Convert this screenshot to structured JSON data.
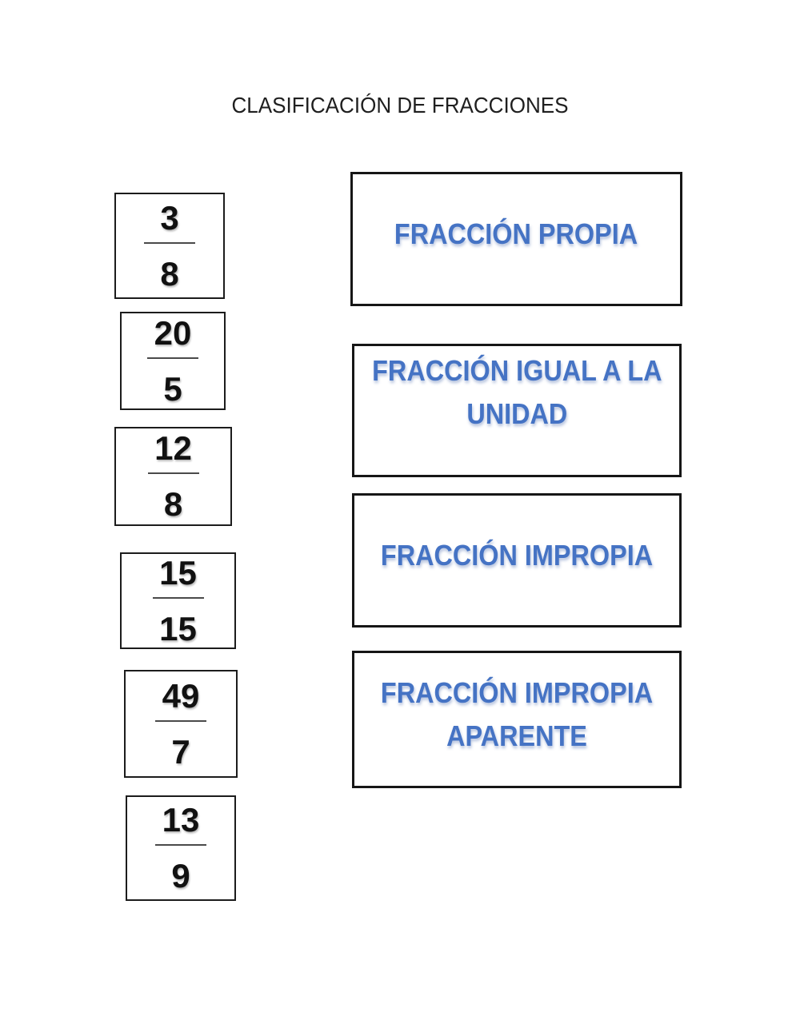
{
  "title": "CLASIFICACIÓN DE FRACCIONES",
  "colors": {
    "label-blue": "#4573C4",
    "ink": "#1c1c1c"
  },
  "fractions": [
    {
      "numerator": "3",
      "denominator": "8"
    },
    {
      "numerator": "20",
      "denominator": "5"
    },
    {
      "numerator": "12",
      "denominator": "8"
    },
    {
      "numerator": "15",
      "denominator": "15"
    },
    {
      "numerator": "49",
      "denominator": "7"
    },
    {
      "numerator": "13",
      "denominator": "9"
    }
  ],
  "categories": [
    {
      "lines": [
        "FRACCIÓN PROPIA"
      ]
    },
    {
      "lines": [
        "FRACCIÓN IGUAL A LA",
        "UNIDAD"
      ]
    },
    {
      "lines": [
        "FRACCIÓN IMPROPIA"
      ]
    },
    {
      "lines": [
        "FRACCIÓN IMPROPIA",
        "APARENTE"
      ]
    }
  ]
}
